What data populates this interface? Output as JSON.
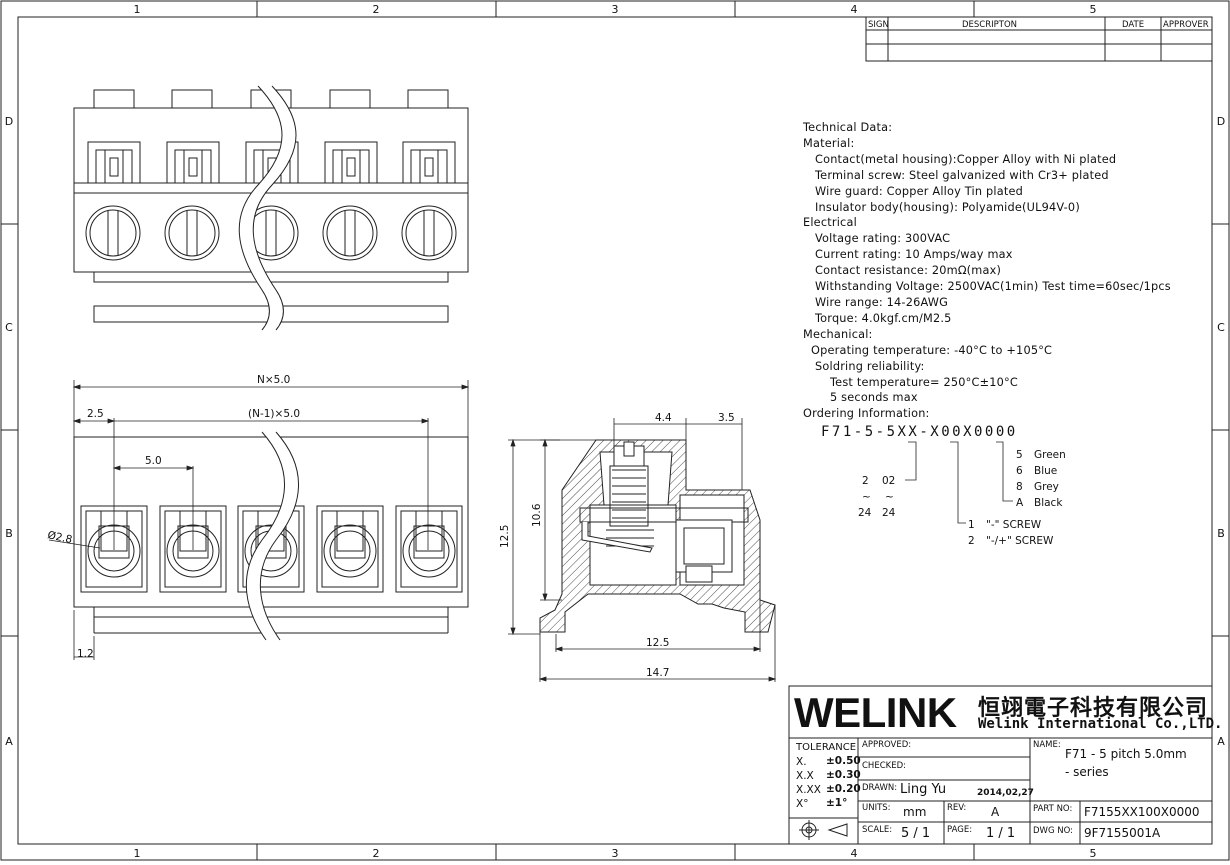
{
  "frame": {
    "col_labels": [
      "1",
      "2",
      "3",
      "4",
      "5"
    ],
    "row_labels": [
      "D",
      "C",
      "B",
      "A"
    ]
  },
  "revision_table": {
    "headers": [
      "SIGN",
      "DESCRIPTON",
      "DATE",
      "APPROVER"
    ]
  },
  "dimensions": {
    "n_pitch": "N×5.0",
    "pitch_first": "2.5",
    "n_minus_1": "(N-1)×5.0",
    "pitch": "5.0",
    "hole_dia": "Ø2.8",
    "edge": "1.2",
    "side_top_left": "4.4",
    "side_top_right": "3.5",
    "height_total": "12.5",
    "height_inner": "10.6",
    "base_width": "12.5",
    "total_width": "14.7"
  },
  "technical_data": [
    {
      "text": "Technical Data:",
      "indent": 0
    },
    {
      "text": "Material:",
      "indent": 0
    },
    {
      "text": "Contact(metal housing):Copper Alloy with Ni plated",
      "indent": 1
    },
    {
      "text": "Terminal screw: Steel galvanized with Cr3+ plated",
      "indent": 1
    },
    {
      "text": "Wire guard: Copper Alloy Tin plated",
      "indent": 1
    },
    {
      "text": "Insulator body(housing): Polyamide(UL94V-0)",
      "indent": 1
    },
    {
      "text": "Electrical",
      "indent": 0
    },
    {
      "text": "Voltage rating: 300VAC",
      "indent": 1
    },
    {
      "text": "Current rating: 10 Amps/way max",
      "indent": 1
    },
    {
      "text": "Contact resistance: 20mΩ(max)",
      "indent": 1
    },
    {
      "text": "Withstanding Voltage: 2500VAC(1min) Test time=60sec/1pcs",
      "indent": 1
    },
    {
      "text": "Wire range: 14-26AWG",
      "indent": 1
    },
    {
      "text": "Torque: 4.0kgf.cm/M2.5",
      "indent": 1
    },
    {
      "text": "Mechanical:",
      "indent": 0
    },
    {
      "text": "Operating temperature: -40°C to +105°C",
      "indent": 2
    },
    {
      "text": "Soldring reliability:",
      "indent": 1
    },
    {
      "text": "Test temperature= 250°C±10°C",
      "indent": 3
    },
    {
      "text": "5 seconds max",
      "indent": 3
    },
    {
      "text": "Ordering Information:",
      "indent": 0
    }
  ],
  "ordering": {
    "code": "F71-5-5XX-X00X0000",
    "color_codes": [
      {
        "code": "5",
        "color": "Green"
      },
      {
        "code": "6",
        "color": "Blue"
      },
      {
        "code": "8",
        "color": "Grey"
      },
      {
        "code": "A",
        "color": "Black"
      }
    ],
    "pins_from": [
      "2",
      "02"
    ],
    "pins_sep": [
      "~",
      "~"
    ],
    "pins_to": [
      "24",
      "24"
    ],
    "screw_options": [
      {
        "code": "1",
        "label": "\"-\" SCREW"
      },
      {
        "code": "2",
        "label": "\"-/+\" SCREW"
      }
    ]
  },
  "title_block": {
    "brand": "WELINK",
    "company_cn": "恒翊電子科技有限公司",
    "company_en": "Welink International Co.,LTD.",
    "tolerance_label": "TOLERANCE",
    "tolerances": [
      {
        "fmt": "X.",
        "val": "±0.50"
      },
      {
        "fmt": "X.X",
        "val": "±0.30"
      },
      {
        "fmt": "X.XX",
        "val": "±0.20"
      },
      {
        "fmt": "X°",
        "val": "±1°"
      }
    ],
    "approved_label": "APPROVED:",
    "checked_label": "CHECKED:",
    "drawn_label": "DRAWN:",
    "drawn_by": "Ling Yu",
    "drawn_date": "2014,02,27",
    "units_label": "UNITS:",
    "units": "mm",
    "rev_label": "REV:",
    "rev": "A",
    "scale_label": "SCALE:",
    "scale": "5 / 1",
    "page_label": "PAGE:",
    "page": "1 / 1",
    "name_label": "NAME:",
    "name_line1": "F71 - 5  pitch 5.0mm",
    "name_line2": "- series",
    "part_no_label": "PART NO:",
    "part_no": "F7155XX100X0000",
    "dwg_no_label": "DWG NO:",
    "dwg_no": "9F7155001A"
  }
}
